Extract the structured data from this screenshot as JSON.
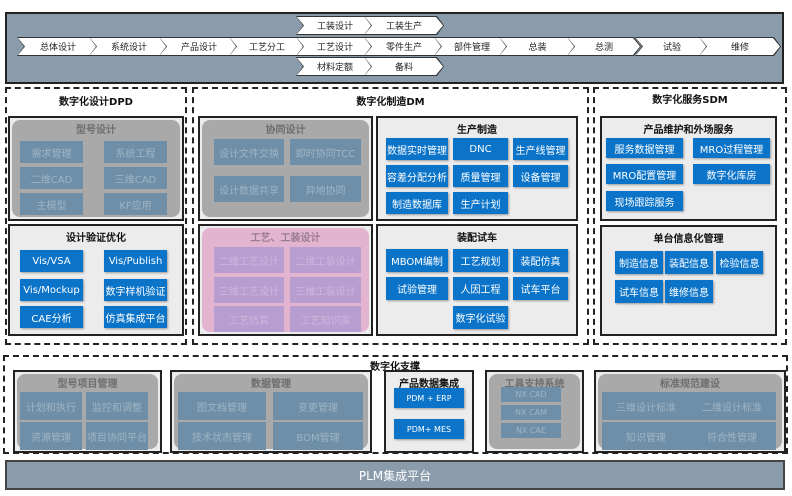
{
  "process_flow": {
    "main": [
      "总体设计",
      "系统设计",
      "产品设计",
      "工艺分工",
      "工艺设计",
      "零件生产",
      "部件管理",
      "总装",
      "总测",
      "试验",
      "维修"
    ],
    "upper": [
      "工装设计",
      "工装生产"
    ],
    "lower": [
      "材料定额",
      "备料"
    ]
  },
  "sections": {
    "dpd": {
      "title": "数字化设计DPD"
    },
    "dm": {
      "title": "数字化制造DM"
    },
    "sdm": {
      "title": "数字化服务SDM"
    },
    "support": {
      "title": "数字化支撑"
    }
  },
  "groups": {
    "model_design": {
      "title": "型号设计",
      "style": "gray",
      "items": [
        "需求管理",
        "系统工程",
        "二维CAD",
        "三维CAD",
        "主模型",
        "KF应用"
      ]
    },
    "design_verify": {
      "title": "设计验证优化",
      "style": "blue",
      "items": [
        "Vis/VSA",
        "Vis/Publish",
        "Vis/Mockup",
        "数字样机验证",
        "CAE分析",
        "仿真集成平台"
      ]
    },
    "collab_design": {
      "title": "协同设计",
      "style": "gray",
      "items": [
        "设计文件交换",
        "即时协同TCC",
        "设计数据共享",
        "异地协同"
      ]
    },
    "process_tooling": {
      "title": "工艺、工装设计",
      "style": "pink",
      "items": [
        "二维工艺设计",
        "二维工装设计",
        "三维工艺设计",
        "三维工装设计",
        "工艺仿真",
        "工艺知识库"
      ]
    },
    "production": {
      "title": "生产制造",
      "style": "blue",
      "items": [
        "数据实时管理",
        "DNC",
        "生产线管理",
        "容差分配分析",
        "质量管理",
        "设备管理",
        "制造数据库",
        "生产计划"
      ]
    },
    "assembly_test": {
      "title": "装配试车",
      "style": "blue",
      "items": [
        "MBOM编制",
        "工艺规划",
        "装配仿真",
        "试验管理",
        "人因工程",
        "试车平台",
        "数字化试验"
      ]
    },
    "maintenance": {
      "title": "产品维护和外场服务",
      "style": "blue",
      "items": [
        "服务数据管理",
        "MRO过程管理",
        "MRO配置管理",
        "数字化库房",
        "现场跟踪服务"
      ]
    },
    "unit_info": {
      "title": "单台信息化管理",
      "style": "blue",
      "items": [
        "制造信息",
        "装配信息",
        "检验信息",
        "试车信息",
        "维修信息"
      ]
    },
    "project_mgmt": {
      "title": "型号项目管理",
      "style": "gray",
      "items": [
        "计划和执行",
        "监控和调整",
        "资源管理",
        "项目协同平台"
      ]
    },
    "data_mgmt": {
      "title": "数据管理",
      "style": "gray",
      "items": [
        "图文档管理",
        "变更管理",
        "技术状态管理",
        "BOM管理"
      ]
    },
    "data_integration": {
      "title": "产品数据集成",
      "style": "blue",
      "items": [
        "PDM + ERP",
        "PDM+ MES"
      ]
    },
    "tool_support": {
      "title": "工具支持系统",
      "style": "gray",
      "items": [
        "NX CAD",
        "NX CAM",
        "NX CAE"
      ]
    },
    "standards": {
      "title": "标准规范建设",
      "style": "gray",
      "items": [
        "三维设计标准",
        "二维设计标准",
        "知识管理",
        "符合性管理"
      ]
    }
  },
  "platform": {
    "label": "PLM集成平台"
  },
  "colors": {
    "band": "#8a9cac",
    "blue_item": "#0b74c9",
    "gray_panel": "#a9a9a9",
    "pink_panel": "#e3b4d0"
  }
}
